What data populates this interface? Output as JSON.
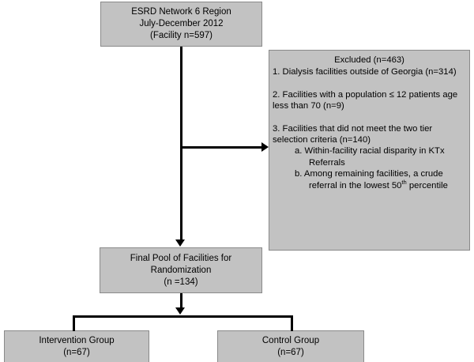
{
  "figure": {
    "type": "flowchart",
    "title": "Study facility selection and randomization flow diagram",
    "colors": {
      "box_fill": "#c2c2c2",
      "box_border": "#8a8a8a",
      "connector": "#000000",
      "background": "#ffffff",
      "text": "#000000"
    }
  },
  "nodes": {
    "source": {
      "name": "ESRD Network 6 Region source population",
      "lines": [
        "ESRD Network 6 Region",
        "July-December 2012",
        "(Facility n=597)"
      ],
      "count": 597
    },
    "excluded": {
      "name": "Excluded facilities",
      "title": "Excluded (n=463)",
      "count": 463,
      "items": [
        {
          "number": "1.",
          "text": "1. Dialysis facilities outside of Georgia (n=314)",
          "count": 314
        },
        {
          "number": "2.",
          "text": "2. Facilities with a population ≤ 12 patients age less than 70 (n=9)",
          "count": 9
        },
        {
          "number": "3.",
          "text": "3. Facilities that did not meet the two tier selection criteria (n=140)",
          "count": 140,
          "subitems": [
            {
              "letter": "a.",
              "text": "a. Within-facility racial disparity in KTx Referrals"
            },
            {
              "letter": "b.",
              "text_before": "b. Among remaining facilities, a crude referral in the lowest 50",
              "superscript": "th",
              "text_after": " percentile"
            }
          ]
        }
      ]
    },
    "final_pool": {
      "name": "Final pool of facilities for randomization",
      "lines": [
        "Final Pool of Facilities for",
        "Randomization",
        "(n =134)"
      ],
      "count": 134
    },
    "intervention": {
      "name": "Intervention group",
      "lines": [
        "Intervention Group",
        "(n=67)"
      ],
      "count": 67
    },
    "control": {
      "name": "Control group",
      "lines": [
        "Control Group",
        "(n=67)"
      ],
      "count": 67
    }
  }
}
